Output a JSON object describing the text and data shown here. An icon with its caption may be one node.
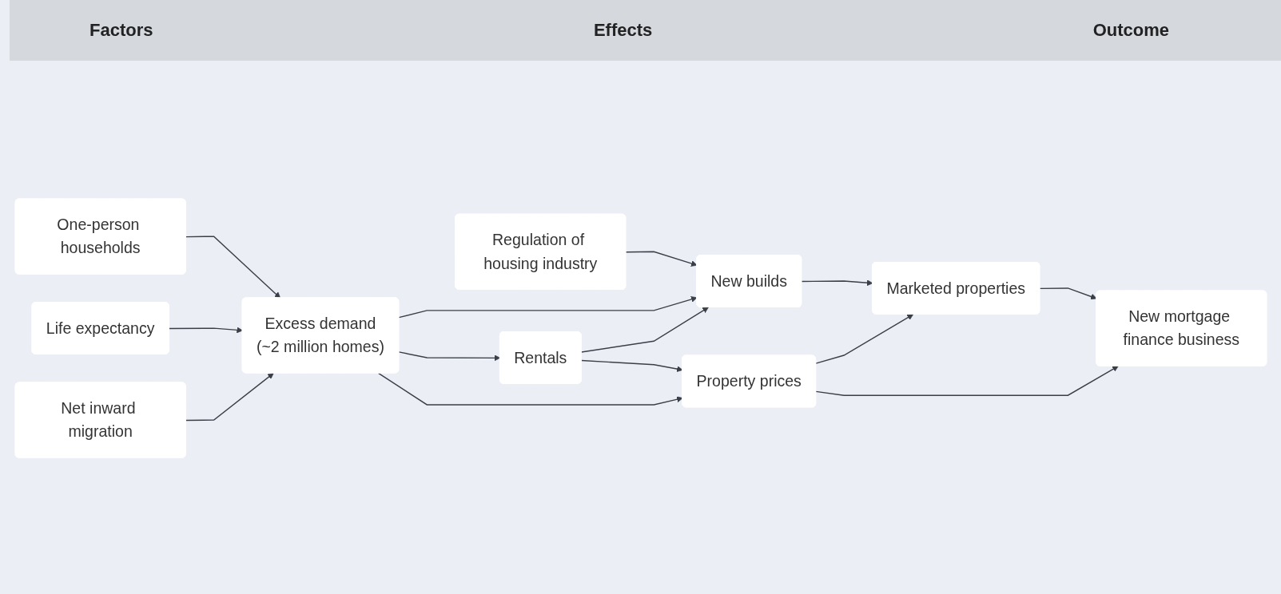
{
  "diagram": {
    "nodes": [
      {
        "text": [
          "Net inward migration"
        ]
      },
      {
        "text": [
          "Life expectancy"
        ]
      },
      {
        "text": [
          "One-person households"
        ]
      },
      {
        "text": [
          "Regulation of housing industry"
        ]
      },
      {
        "text": [
          "Excess demand",
          "(~2 million homes)"
        ]
      },
      {
        "text": [
          "Property prices"
        ]
      },
      {
        "text": [
          "New mortgage finance business"
        ]
      },
      {
        "text": [
          "Rentals"
        ]
      },
      {
        "text": [
          "New builds"
        ]
      },
      {
        "text": [
          "Marketed properties"
        ]
      }
    ],
    "edges": [
      {
        "from": 0,
        "to": 4,
        "arrow": "to"
      },
      {
        "from": 1,
        "to": 4,
        "arrow": "to"
      },
      {
        "from": 2,
        "to": 4,
        "arrow": "to"
      },
      {
        "from": 4,
        "to": 5,
        "arrow": "to"
      },
      {
        "from": 5,
        "to": 6,
        "arrow": "to"
      },
      {
        "from": 4,
        "to": 7,
        "arrow": "to"
      },
      {
        "from": 7,
        "to": 5,
        "arrow": "to"
      },
      {
        "from": 4,
        "to": 8,
        "arrow": "to"
      },
      {
        "from": 7,
        "to": 8,
        "arrow": "to"
      },
      {
        "from": 5,
        "to": 9,
        "arrow": "to"
      },
      {
        "from": 3,
        "to": 8,
        "arrow": "to"
      },
      {
        "from": 8,
        "to": 9,
        "arrow": "to"
      },
      {
        "from": 9,
        "to": 6,
        "arrow": "to"
      }
    ],
    "labels": [
      "Factors",
      "Effects",
      "Outcome"
    ]
  }
}
